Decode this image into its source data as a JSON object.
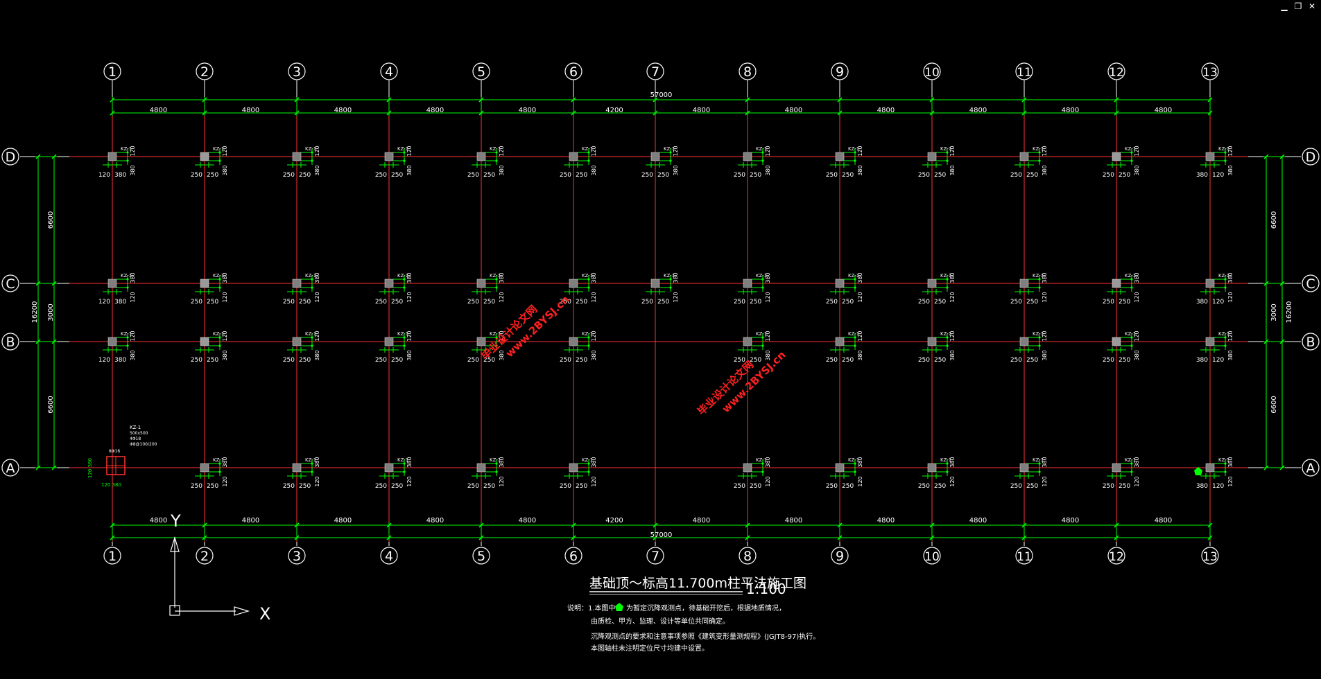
{
  "window_controls": {
    "minimize": "▁",
    "restore": "❐",
    "close": "✕"
  },
  "colors": {
    "background": "#000000",
    "dimension": "#00ff00",
    "gridline": "#ff3333",
    "axis_bubble": "#ffffff",
    "column": "#7f7f7f",
    "text": "#ffffff",
    "watermark": "#ff2020"
  },
  "axes_x": [
    "1",
    "2",
    "3",
    "4",
    "5",
    "6",
    "7",
    "8",
    "9",
    "10",
    "11",
    "12",
    "13"
  ],
  "axes_y": [
    "D",
    "C",
    "B",
    "A"
  ],
  "dim_x_segments": [
    "4800",
    "4800",
    "4800",
    "4800",
    "4800",
    "4200",
    "4800",
    "4800",
    "4800",
    "4800",
    "4800",
    "4800"
  ],
  "dim_x_total": "57000",
  "dim_y_left": [
    "6600",
    "3000",
    "6600"
  ],
  "dim_y_total": "16200",
  "column_label": "KZ-1",
  "dims": {
    "a": "120",
    "b": "380",
    "c": "250"
  },
  "detail_label": {
    "line1": "KZ-1",
    "line2": "500x500",
    "line3": "4Φ18",
    "line4": "Φ8@100/200",
    "rebar": "8Φ16"
  },
  "detail_dims": {
    "v": "120 380",
    "h": "120 380"
  },
  "title": "基础顶～标高11.700m柱平法施工图",
  "scale": "1:100",
  "notes": [
    "说明：1.本图中",
    "为暂定沉降观测点，待基础开挖后，根据地质情况，",
    "由质检、甲方、监理、设计等单位共同确定。",
    "沉降观测点的要求和注意事项参照《建筑变形量测规程》(JGJT8-97)执行。",
    "本图轴柱未注明定位尺寸均建中设置。"
  ],
  "ucs": {
    "x": "X",
    "y": "Y"
  },
  "watermark": {
    "cn": "毕业设计论文网",
    "url": "www.2BYSJ.cn"
  }
}
